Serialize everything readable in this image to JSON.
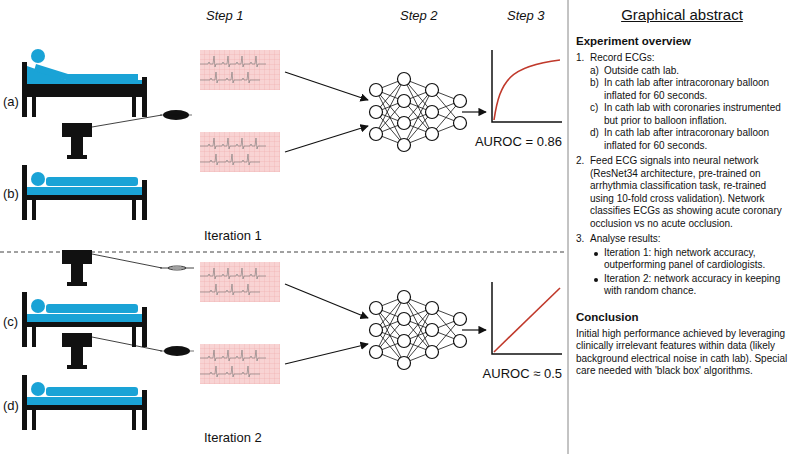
{
  "diagram": {
    "title": "Graphical abstract",
    "labels": [
      "Step 1",
      "Step 2",
      "Step 3",
      "(a)",
      "(b)",
      "AUROC = 0.86",
      "Iteration 1",
      "(c)",
      "(d)",
      "AUROC ≈ 0.5",
      "Iteration 2",
      "Experiment overview",
      "1.",
      "Record ECGs:",
      "a)",
      "Outside cath lab.",
      "b)",
      "In cath lab after intracoronary balloon inflated for 60 seconds.",
      "c)",
      "In cath lab with coronaries instrumented but prior to balloon inflation.",
      "d)",
      "In cath lab after intracoronary balloon inflated for 60 seconds.",
      "2.",
      "Feed ECG signals into neural network (ResNet34 architecture, pre-trained on arrhythmia classification task, re-trained using 10-fold cross validation). Network classifies ECGs as showing acute coronary occlusion vs no acute occlusion.",
      "3.",
      "Analyse results:",
      "Iteration 1: high network accuracy, outperforming panel of cardiologists.",
      "Iteration 2: network accuracy in keeping with random chance.",
      "Conclusion",
      "Initial high performance achieved by leveraging clinically irrelevant features within data (likely background electrical noise in cath lab). Special care needed with 'black box' algorithms."
    ]
  }
}
